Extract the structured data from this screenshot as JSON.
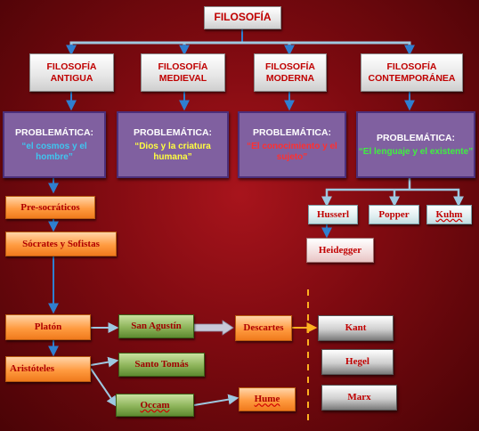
{
  "root": "FILOSOFÍA",
  "eras": [
    {
      "label": "FILOSOFÍA ANTIGUA"
    },
    {
      "label": "FILOSOFÍA MEDIEVAL"
    },
    {
      "label": "FILOSOFÍA MODERNA"
    },
    {
      "label": "FILOSOFÍA CONTEMPORÁNEA"
    }
  ],
  "problematica_title": "PROBLEMÁTICA:",
  "problems": [
    {
      "text": "“el cosmos y el hombre”",
      "color": "#3fc6f0"
    },
    {
      "text": "“Dios y la criatura humana”",
      "color": "#ffff40"
    },
    {
      "text": "“El conocimiento y el sujeto”",
      "color": "#ff3030"
    },
    {
      "text": "“El lenguaje y el existente”",
      "color": "#3ff040"
    }
  ],
  "ancient": {
    "presocraticos": "Pre-socráticos",
    "socrates": "Sócrates y Sofistas",
    "platon": "Platón",
    "aristoteles": "Aristóteles"
  },
  "medieval": {
    "san_agustin": "San Agustín",
    "santo_tomas": "Santo Tomás",
    "occam": "Occam"
  },
  "modern": {
    "descartes": "Descartes",
    "hume": "Hume",
    "kant": "Kant",
    "hegel": "Hegel",
    "marx": "Marx"
  },
  "contemporary": {
    "husserl": "Husserl",
    "popper": "Popper",
    "kuhn": "Kuhm",
    "heidegger": "Heidegger"
  },
  "colors": {
    "connector": "#9ec8e0",
    "arrow_blue": "#2f7fd0",
    "dashed": "#ffb020"
  }
}
